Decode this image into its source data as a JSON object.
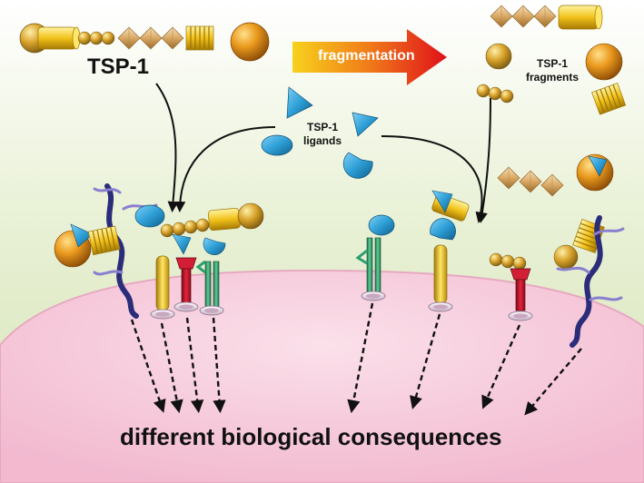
{
  "labels": {
    "tsp1": "TSP-1",
    "fragmentation": "fragmentation",
    "fragments": "TSP-1\nfragments",
    "ligands": "TSP-1\nligands",
    "consequences": "different biological consequences"
  },
  "colors": {
    "background_top": "#ffffff",
    "background_green": "#dbe8bf",
    "cell_membrane": "#f6c6d8",
    "gold": "#e8a92b",
    "orange_sphere": "#e48a1a",
    "blue_ligand": "#2d9fd6",
    "red_receptor": "#c8102e",
    "green_receptor": "#2e9e6e",
    "yellow_receptor": "#f0c419",
    "proteoglycan_purple": "#3a3a9a",
    "arrow_start": "#f7d21c",
    "arrow_end": "#e0101a"
  },
  "icons": {
    "tsp1_molecule": "tsp1-molecule-icon",
    "fragment": "fragment-icon",
    "ligand": "ligand-icon",
    "receptor": "receptor-icon",
    "proteoglycan": "proteoglycan-icon",
    "signal_arrow": "dashed-arrow-icon"
  }
}
